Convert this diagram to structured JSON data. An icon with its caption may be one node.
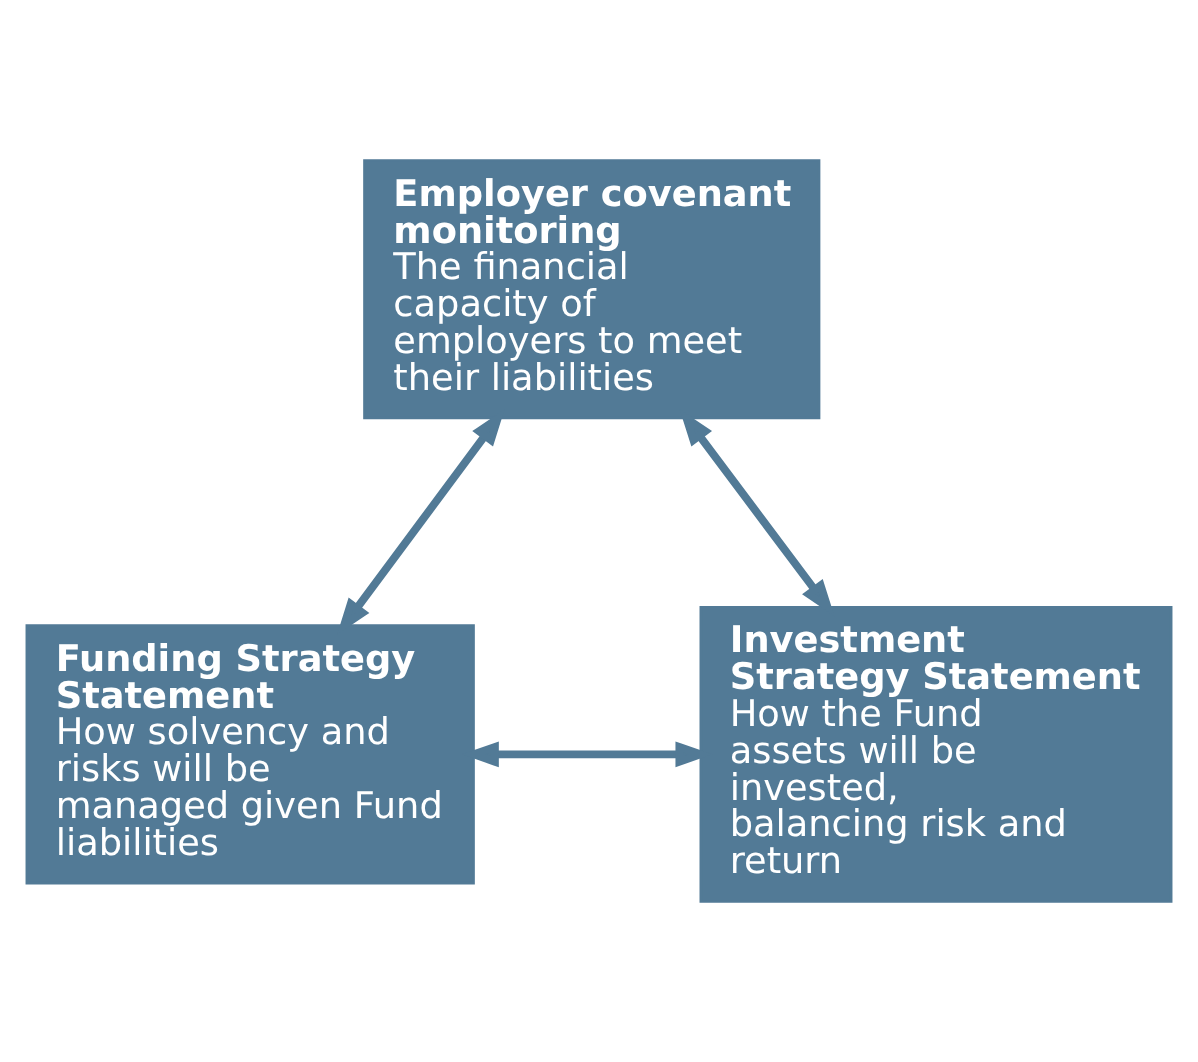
{
  "diagram": {
    "nodes": [
      {
        "text": [
          "Employer covenant monitoring",
          "The financial capacity of employers to meet their liabilities"
        ]
      },
      {
        "text": [
          "Funding Strategy Statement",
          "How solvency and risks will be managed given Fund liabilities"
        ]
      },
      {
        "text": [
          "Investment Strategy Statement",
          "How the Fund assets will be invested, balancing risk and return"
        ]
      }
    ],
    "edges": [
      {
        "from": 0,
        "to": 1,
        "arrow": "both"
      },
      {
        "from": 0,
        "to": 2,
        "arrow": "both"
      },
      {
        "from": 1,
        "to": 2,
        "arrow": "both"
      }
    ]
  }
}
